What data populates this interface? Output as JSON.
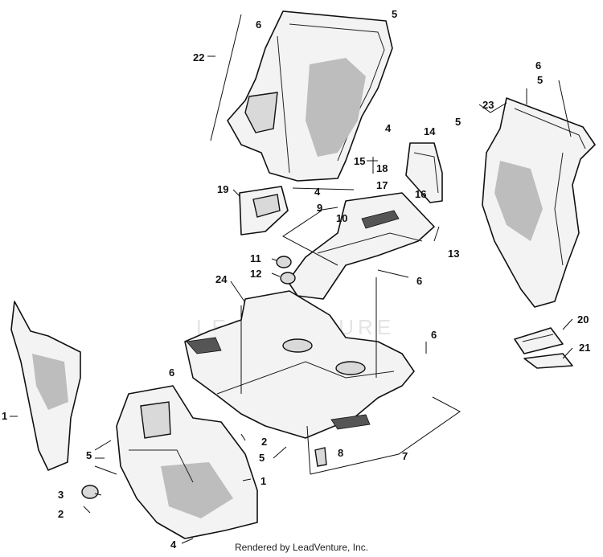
{
  "watermark": "LEADVENTURE",
  "footer": "Rendered by LeadVenture, Inc.",
  "callouts": {
    "c1": "1",
    "c2": "2",
    "c3": "3",
    "c4": "4",
    "c5": "5",
    "c6": "6",
    "c7": "7",
    "c8": "8",
    "c9": "9",
    "c10": "10",
    "c11": "11",
    "c12": "12",
    "c13": "13",
    "c14": "14",
    "c15": "15",
    "c16": "16",
    "c17": "17",
    "c18": "18",
    "c19": "19",
    "c20": "20",
    "c21": "21",
    "c22": "22",
    "c23": "23",
    "c24": "24"
  }
}
